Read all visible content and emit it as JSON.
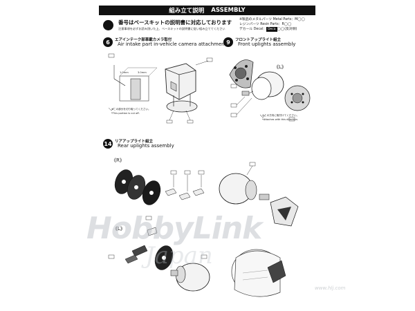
{
  "header": {
    "title_jp": "組み立て説明",
    "title_en": "ASSEMBLY"
  },
  "intro": {
    "main": "番号はベースキットの説明書に対応しております",
    "sub": "注意事項を必ずお読み頂いた上、ベースキットの説明書に従い組み立ててください"
  },
  "legend": {
    "metal": "※製品のメタルパーツ Metal Parts：M◯◯",
    "resin": "レジンパーツ Resin Parts：R◯◯",
    "decal_prefix": "デカール Decal：",
    "decal_box": "Deca",
    "decal_suffix": "◯◯(反対側)"
  },
  "steps": [
    {
      "number": "6",
      "title_jp": "エアインテーク部車載カメラ取付",
      "title_en": "Air intake part in-vehicle camera attachment"
    },
    {
      "number": "9",
      "title_jp": "フロントアップライト組立",
      "title_en": "Front uplights assembly"
    },
    {
      "number": "14",
      "title_jp": "リアアップライト組立",
      "title_en": "Rear uplights assembly"
    }
  ],
  "callouts": {
    "dim1": "1.0mm",
    "dim2": "3.0mm",
    "step6_note1": "※この部分を切り取ってください。",
    "step6_note2": "*This portion is cut off.",
    "step9_note1": "※この方向に取付けてください。",
    "step9_note2": "*Attaches with this direction.",
    "step9_L": "《L》",
    "step14_R": "《R》",
    "step14_L": "《L》"
  },
  "watermark": {
    "brand": "HobbyLink",
    "sub": "Japan",
    "url": "www.hlj.com"
  },
  "icons": [
    "camera-part-icon",
    "upright-part-icon",
    "brake-disc-icon",
    "wheel-hub-icon"
  ]
}
